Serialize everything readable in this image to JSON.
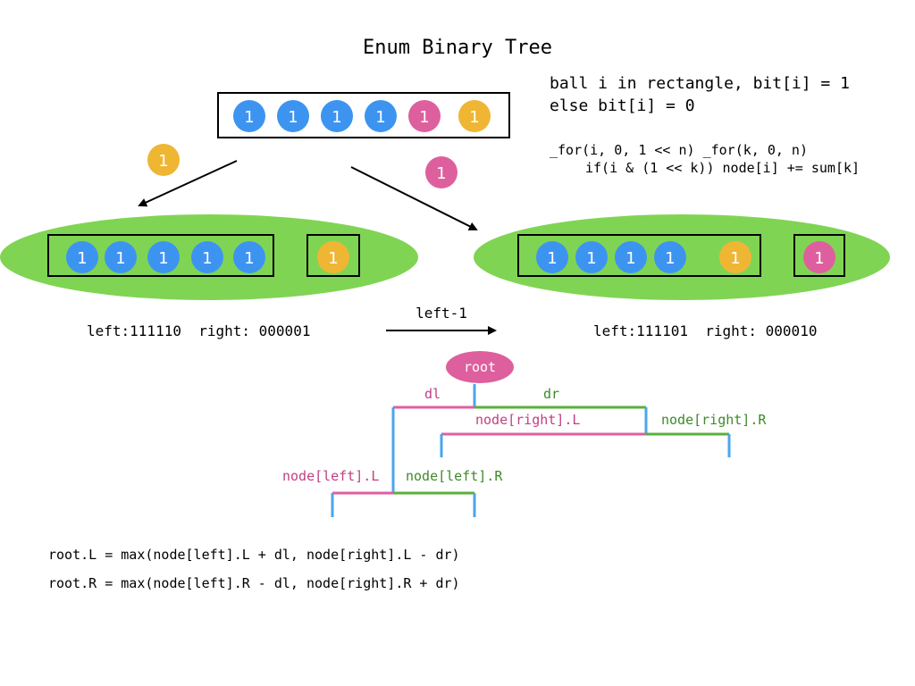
{
  "title": "Enum Binary Tree",
  "colors": {
    "blue": "#3d94f0",
    "pink": "#de5f9e",
    "yellow": "#efb634",
    "green": "#80d453",
    "dark_green": "#3d8a28",
    "line_blue": "#4aa6ee",
    "line_pink": "#df5f9f",
    "line_green": "#59b03c"
  },
  "rule": {
    "line1": "ball i in rectangle, bit[i] = 1",
    "line2": "else bit[i] = 0"
  },
  "code": {
    "line1": "_for(i, 0, 1 << n) _for(k, 0, n)",
    "line2": "if(i & (1 << k)) node[i] += sum[k]"
  },
  "top": {
    "balls": [
      {
        "label": "1",
        "color": "blue"
      },
      {
        "label": "1",
        "color": "blue"
      },
      {
        "label": "1",
        "color": "blue"
      },
      {
        "label": "1",
        "color": "blue"
      },
      {
        "label": "1",
        "color": "pink"
      },
      {
        "label": "1",
        "color": "yellow"
      }
    ],
    "left_marker": {
      "label": "1",
      "color": "yellow"
    },
    "right_marker": {
      "label": "1",
      "color": "pink"
    }
  },
  "left_node": {
    "balls": [
      {
        "label": "1",
        "color": "blue"
      },
      {
        "label": "1",
        "color": "blue"
      },
      {
        "label": "1",
        "color": "blue"
      },
      {
        "label": "1",
        "color": "blue"
      },
      {
        "label": "1",
        "color": "blue"
      }
    ],
    "side_ball": {
      "label": "1",
      "color": "yellow"
    },
    "caption": "left:111110  right: 000001"
  },
  "right_node": {
    "balls": [
      {
        "label": "1",
        "color": "blue"
      },
      {
        "label": "1",
        "color": "blue"
      },
      {
        "label": "1",
        "color": "blue"
      },
      {
        "label": "1",
        "color": "blue"
      },
      {
        "label": "1",
        "color": "yellow"
      }
    ],
    "side_ball": {
      "label": "1",
      "color": "pink"
    },
    "caption": "left:111101  right: 000010"
  },
  "transition_label": "left-1",
  "tree": {
    "root": "root",
    "dl": "dl",
    "dr": "dr",
    "right_L": "node[right].L",
    "right_R": "node[right].R",
    "left_L": "node[left].L",
    "left_R": "node[left].R"
  },
  "formulas": {
    "rootL": "root.L = max(node[left].L + dl, node[right].L - dr)",
    "rootR": "root.R = max(node[left].R - dl, node[right].R + dr)"
  }
}
